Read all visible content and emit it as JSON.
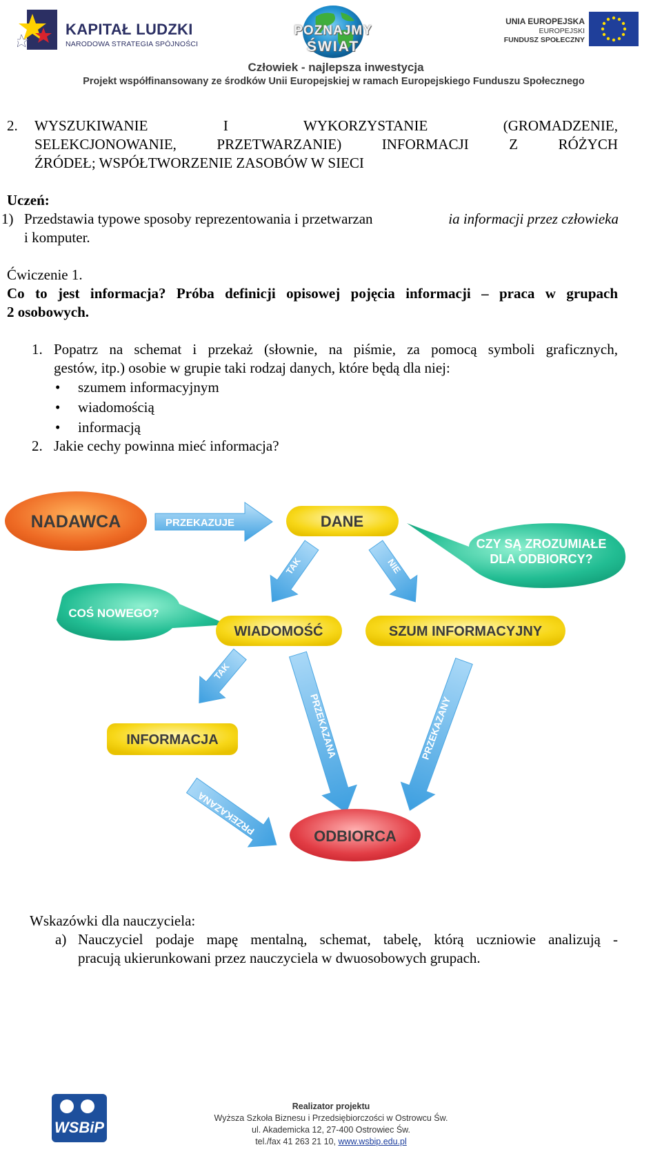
{
  "header": {
    "kapital_title": "KAPITAŁ LUDZKI",
    "kapital_subtitle": "NARODOWA STRATEGIA SPÓJNOŚCI",
    "poznajmy_line1": "POZNAJMY",
    "poznajmy_line2": "ŚWIAT",
    "slogan": "Człowiek - najlepsza inwestycja",
    "ue_line1": "UNIA EUROPEJSKA",
    "ue_line2": "EUROPEJSKI",
    "ue_line3": "FUNDUSZ SPOŁECZNY",
    "project_note": "Projekt współfinansowany ze środków Unii Europejskiej w ramach Europejskiego Funduszu Społecznego",
    "colors": {
      "brand_navy": "#2b2f63",
      "eu_blue": "#1f3f9a",
      "eu_star": "#ffdd00"
    }
  },
  "section": {
    "number": "2.",
    "heading_line1": "WYSZUKIWANIE I WYKORZYSTANIE (GROMADZENIE,",
    "heading_line2": "SELEKCJONOWANIE, PRZETWARZANIE) INFORMACJI Z RÓŻYCH",
    "heading_line3": "ŹRÓDEŁ; WSPÓŁTWORZENIE ZASOBÓW W SIECI"
  },
  "student": {
    "label": "Uczeń:",
    "item_number": "1)",
    "item_line1_a": "Przedstawia typowe sposoby reprezentowania i przetwarzan",
    "item_line1_b": "ia informacji przez człowieka",
    "item_line2": "i komputer."
  },
  "exercise": {
    "title": "Ćwiczenie 1.",
    "question_line1": "Co to jest informacja? Próba definicji opisowej pojęcia informacji – praca w grupach",
    "question_line2": "2 osobowych.",
    "tasks": [
      {
        "number": "1.",
        "line1": "Popatrz na schemat i przekaż (słownie, na piśmie, za pomocą symboli graficznych,",
        "line2": "gestów, itp.) osobie w grupie taki rodzaj danych, które będą dla niej:"
      },
      {
        "number": "2.",
        "line1": "Jakie cechy powinna mieć informacja?"
      }
    ],
    "bullets": [
      "szumem informacyjnym",
      "wiadomością",
      "informacją"
    ],
    "bullet_glyph": "•"
  },
  "diagram": {
    "nodes": {
      "nadawca": "NADAWCA",
      "dane": "DANE",
      "wiadomosc": "WIADOMOŚĆ",
      "szum": "SZUM INFORMACYJNY",
      "informacja": "INFORMACJA",
      "odbiorca": "ODBIORCA"
    },
    "bubbles": {
      "czy_zrozumiale_line1": "CZY SĄ ZROZUMIAŁE",
      "czy_zrozumiale_line2": "DLA ODBIORCY?",
      "cos_nowego": "COŚ NOWEGO?"
    },
    "arrows": {
      "przekazuje": "PRZEKAZUJE",
      "tak1": "TAK",
      "nie": "NIE",
      "tak2": "TAK",
      "przekazana1": "PRZEKAZANA",
      "przekazana2": "PRZEKAZANA",
      "przekazany": "PRZEKAZANY"
    },
    "colors": {
      "orange": "#ee6a24",
      "yellow": "#f7d718",
      "teal": "#22bd93",
      "red": "#e23d45",
      "arrow_blue": "#3d9fe0",
      "label_dark": "#3a3a3a"
    }
  },
  "hints": {
    "label": "Wskazówki dla nauczyciela:",
    "item_marker": "a)",
    "item_line1": "Nauczyciel podaje mapę mentalną, schemat, tabelę, którą uczniowie analizują -",
    "item_line2": "pracują ukierunkowani przez nauczyciela w dwuosobowych grupach."
  },
  "footer": {
    "logo_text": "WSBiP",
    "line1": "Realizator projektu",
    "line2": "Wyższa Szkoła Biznesu i Przedsiębiorczości w Ostrowcu Św.",
    "line3": "ul. Akademicka 12, 27-400 Ostrowiec Św.",
    "line4_prefix": "tel./fax 41 263 21 10, ",
    "line4_link": "www.wsbip.edu.pl"
  }
}
